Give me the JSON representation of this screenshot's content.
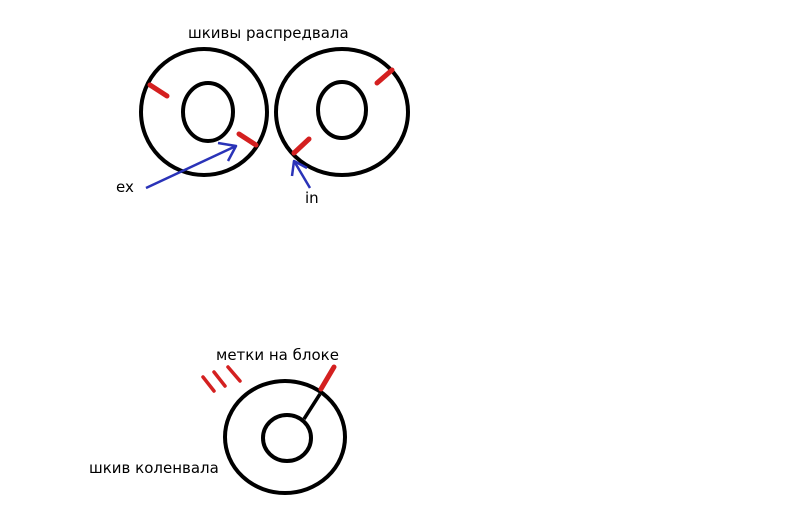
{
  "labels": {
    "camshaft_pulleys": "шкивы распредвала",
    "exhaust": "ex",
    "intake": "in",
    "block_marks": "метки на блоке",
    "crankshaft_pulley": "шкив коленвала"
  },
  "colors": {
    "outline": "#000000",
    "mark": "#d42020",
    "arrow": "#2a33b8",
    "background": "#ffffff"
  }
}
